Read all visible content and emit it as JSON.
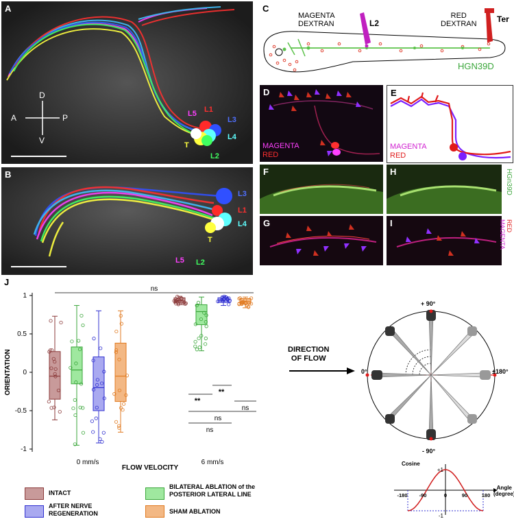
{
  "panels": {
    "A": {
      "letter": "A",
      "labels": {
        "L5": "L5",
        "L1": "L1",
        "L3": "L3",
        "L4": "L4",
        "T": "T",
        "L2": "L2"
      },
      "compass": {
        "D": "D",
        "V": "V",
        "A": "A",
        "P": "P"
      }
    },
    "B": {
      "letter": "B",
      "labels": {
        "L3": "L3",
        "L1": "L1",
        "L4": "L4",
        "T": "T",
        "L5": "L5",
        "L2": "L2"
      }
    },
    "C": {
      "letter": "C",
      "magenta_label_1": "MAGENTA",
      "magenta_label_2": "DEXTRAN",
      "l2": "L2",
      "red_label_1": "RED",
      "red_label_2": "DEXTRAN",
      "ter": "Ter",
      "line": "HGN39D"
    },
    "D": {
      "letter": "D",
      "magenta": "MAGENTA",
      "red": "RED"
    },
    "E": {
      "letter": "E",
      "magenta": "MAGENTA",
      "red": "RED"
    },
    "F": {
      "letter": "F"
    },
    "G": {
      "letter": "G"
    },
    "H": {
      "letter": "H"
    },
    "I": {
      "letter": "I"
    },
    "side_label_1": "HGn39D",
    "side_label_2a": "RED",
    "side_label_2b": "MAGENTA"
  },
  "panel_J": {
    "letter": "J",
    "direction_label_1": "DIRECTION",
    "direction_label_2": "OF FLOW",
    "polar_labels": {
      "top": "+ 90°",
      "bottom": "- 90°",
      "left": "0°",
      "right": "±180°"
    },
    "cosine": {
      "ylabel": "Cosine",
      "xlabel_1": "Angle",
      "xlabel_2": "(degree)",
      "yticks": [
        "+1",
        "-1"
      ],
      "xticks": [
        "-180",
        "-90",
        "0",
        "90",
        "180"
      ]
    },
    "legend": [
      {
        "label": "INTACT",
        "color": "#8b3a3a",
        "fill": "#c89a9a"
      },
      {
        "label": "BILATERAL ABLATION of the POSTERIOR LATERAL LINE",
        "color": "#3aa63a",
        "fill": "#9fe89f"
      },
      {
        "label": "AFTER NERVE REGENERATION",
        "color": "#3030d0",
        "fill": "#a9a9f0"
      },
      {
        "label": "SHAM ABLATION",
        "color": "#e07a20",
        "fill": "#f3b884"
      }
    ],
    "stats": {
      "ns_top": "ns",
      "sig1": "**",
      "sig2": "**",
      "ns_a": "ns",
      "ns_b": "ns",
      "ns_c": "ns"
    }
  },
  "chart_data": {
    "type": "box",
    "ylabel": "ORIENTATION",
    "xlabel": "FLOW VELOCITY",
    "categories": [
      "0 mm/s",
      "6 mm/s"
    ],
    "ylim": [
      -1,
      1
    ],
    "yticks": [
      1,
      0.5,
      0,
      -0.5,
      -1
    ],
    "ytick_labels": [
      "1",
      "0.5",
      "0",
      "-0.5",
      "-1"
    ],
    "series": [
      {
        "name": "INTACT",
        "color": "#8b3a3a",
        "fill": "#c89a9a",
        "boxes": [
          {
            "category": "0 mm/s",
            "whisker_low": -0.62,
            "q1": -0.35,
            "median": -0.05,
            "q3": 0.27,
            "whisker_high": 0.73
          },
          {
            "category": "6 mm/s",
            "whisker_low": 0.88,
            "q1": 0.9,
            "median": 0.93,
            "q3": 0.97,
            "whisker_high": 0.99
          }
        ]
      },
      {
        "name": "BILATERAL ABLATION of the POSTERIOR LATERAL LINE",
        "color": "#3aa63a",
        "fill": "#9fe89f",
        "boxes": [
          {
            "category": "0 mm/s",
            "whisker_low": -0.95,
            "q1": -0.15,
            "median": 0.03,
            "q3": 0.33,
            "whisker_high": 0.87
          },
          {
            "category": "6 mm/s",
            "whisker_low": 0.28,
            "q1": 0.62,
            "median": 0.79,
            "q3": 0.88,
            "whisker_high": 0.98
          }
        ]
      },
      {
        "name": "AFTER NERVE REGENERATION",
        "color": "#3030d0",
        "fill": "#a9a9f0",
        "boxes": [
          {
            "category": "0 mm/s",
            "whisker_low": -0.92,
            "q1": -0.5,
            "median": -0.2,
            "q3": 0.2,
            "whisker_high": 0.8
          },
          {
            "category": "6 mm/s",
            "whisker_low": 0.87,
            "q1": 0.91,
            "median": 0.94,
            "q3": 0.97,
            "whisker_high": 0.99
          }
        ]
      },
      {
        "name": "SHAM ABLATION",
        "color": "#e07a20",
        "fill": "#f3b884",
        "boxes": [
          {
            "category": "0 mm/s",
            "whisker_low": -0.78,
            "q1": -0.38,
            "median": -0.05,
            "q3": 0.38,
            "whisker_high": 0.8
          },
          {
            "category": "6 mm/s",
            "whisker_low": 0.84,
            "q1": 0.89,
            "median": 0.92,
            "q3": 0.96,
            "whisker_high": 0.98
          }
        ]
      }
    ]
  }
}
